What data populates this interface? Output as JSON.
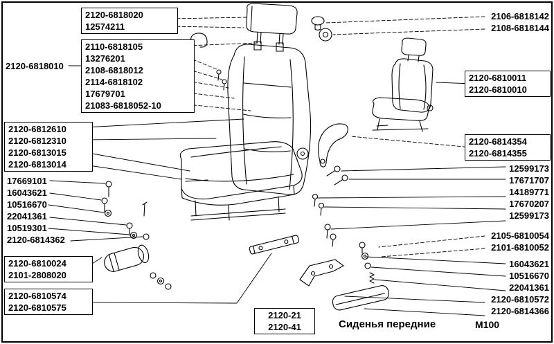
{
  "footer": {
    "caption": "Сиденья передние",
    "sheet_code": "M100",
    "variants": [
      "2120-21",
      "2120-41"
    ]
  },
  "left_column": {
    "headrest_box": [
      "2120-6818020",
      "12574211"
    ],
    "assembly_label": "2120-6818010",
    "guides_box": [
      "2110-6818105",
      "13276201",
      "2108-6818012",
      "2114-6818102",
      "17679701",
      "21083-6818052-10"
    ],
    "frame_box": [
      "2120-6812610",
      "2120-6812310",
      "2120-6813015",
      "2120-6813014"
    ],
    "fastener_list": [
      "17669101",
      "16043621",
      "10516670",
      "22041361",
      "10519301",
      "2120-6814362"
    ],
    "cushion_box": [
      "2120-6810024",
      "2101-2808020"
    ],
    "cover_box": [
      "2120-6810574",
      "2120-6810575"
    ]
  },
  "right_column": {
    "headrest_mounts": [
      "2106-6818142",
      "2108-6818144"
    ],
    "seat_assembly_box": [
      "2120-6810011",
      "2120-6810010"
    ],
    "handle_box": [
      "2120-6814354",
      "2120-6814355"
    ],
    "fastener_list_1": [
      "12599173",
      "17671707",
      "14189771",
      "17670207",
      "12599173"
    ],
    "bracket_list": [
      "2105-6810054",
      "2101-6810052"
    ],
    "fastener_list_2": [
      "16043621",
      "10516670",
      "22041361",
      "2120-6810572",
      "2120-6814366"
    ]
  },
  "colors": {
    "ink": "#000000",
    "paper": "#ffffff"
  }
}
